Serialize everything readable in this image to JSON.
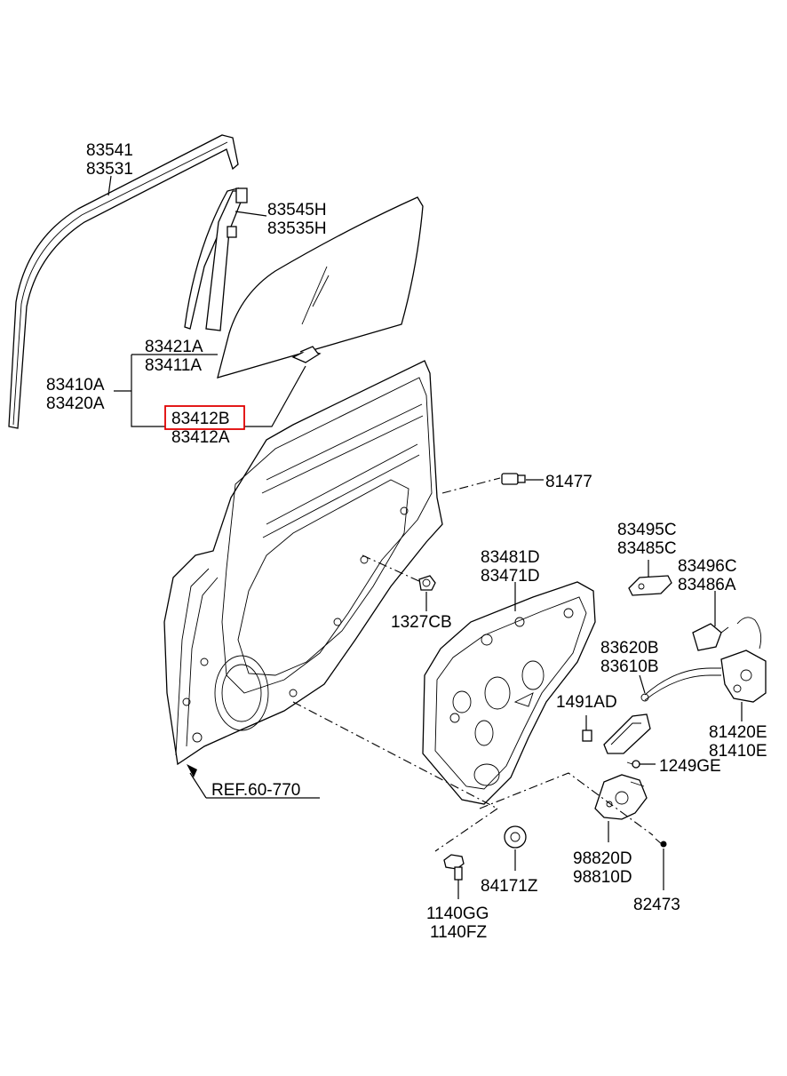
{
  "labels": {
    "p83541": "83541",
    "p83531": "83531",
    "p83545H": "83545H",
    "p83535H": "83535H",
    "p83421A": "83421A",
    "p83411A": "83411A",
    "p83410A": "83410A",
    "p83420A": "83420A",
    "p83412B": "83412B",
    "p83412A": "83412A",
    "p81477": "81477",
    "p83495C": "83495C",
    "p83485C": "83485C",
    "p83481D": "83481D",
    "p83471D": "83471D",
    "p83496C": "83496C",
    "p83486A": "83486A",
    "p1327CB": "1327CB",
    "p83620B": "83620B",
    "p83610B": "83610B",
    "p1491AD": "1491AD",
    "p81420E": "81420E",
    "p81410E": "81410E",
    "p1249GE": "1249GE",
    "ref": "REF.60-770",
    "p98820D": "98820D",
    "p98810D": "98810D",
    "p84171Z": "84171Z",
    "p82473": "82473",
    "p1140GG": "1140GG",
    "p1140FZ": "1140FZ"
  },
  "highlight": {
    "part": "83412B",
    "color": "#e00000"
  }
}
